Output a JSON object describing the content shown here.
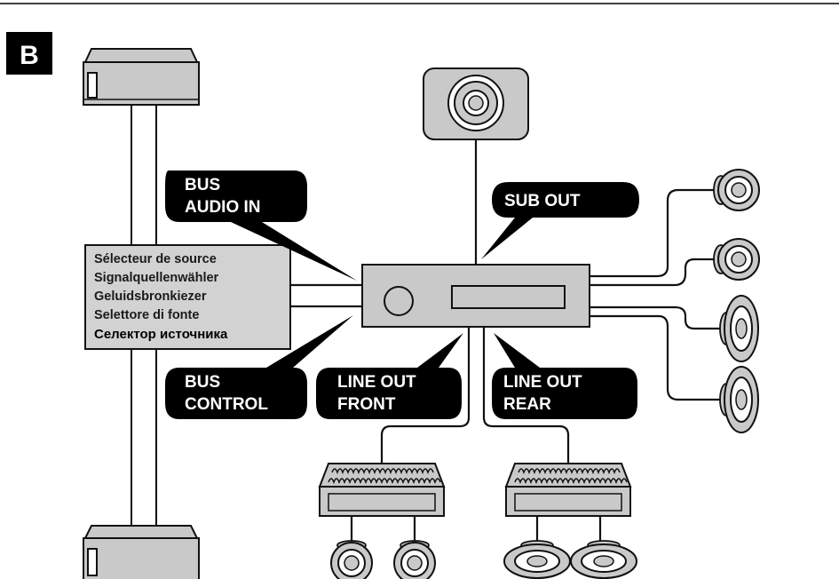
{
  "figure_letter": "B",
  "callouts": {
    "bus_audio_in": [
      "BUS",
      "AUDIO IN"
    ],
    "sub_out": [
      "SUB OUT"
    ],
    "bus_control": [
      "BUS",
      "CONTROL"
    ],
    "line_out_front": [
      "LINE OUT",
      "FRONT"
    ],
    "line_out_rear": [
      "LINE OUT",
      "REAR"
    ]
  },
  "source_selector": {
    "lines": [
      "Sélecteur de source",
      "Signalquellenwähler",
      "Geluidsbronkiezer",
      "Selettore di fonte",
      "Селектор источника"
    ]
  },
  "colors": {
    "device_fill": "#c9c9c9",
    "callout_fill": "#000000",
    "selector_fill": "#d2d2d2"
  }
}
